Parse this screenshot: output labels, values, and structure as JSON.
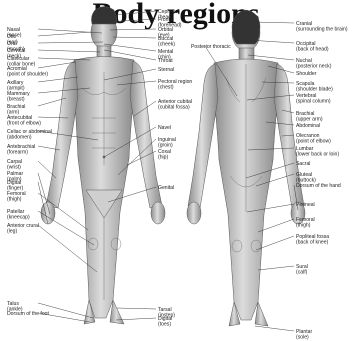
{
  "title": "Body regions",
  "labels_front_left": [
    "Nasal (nose)",
    "Otic (ear)",
    "Oral (mouth)",
    "Cervical (neck)",
    "Clavicular (collar bone)",
    "Acromial (point of shoulder)",
    "Axillary (armpit)",
    "Mammary (breast)",
    "Brachial (arm)",
    "Antecubital (front of elbow)",
    "Celiac or abdominal (abdomen)",
    "Antebrachial (forearm)",
    "Carpal (wrist)",
    "Palmar (palm)",
    "Digital (finger)",
    "Femoral (thigh)",
    "Patellar (kneecap)",
    "Anterior crural (leg)",
    "Talus (ankle)",
    "Dorsum of the foot"
  ],
  "labels_front_right": [
    "Cephalic (head)",
    "Frontal (forehead)",
    "Orbital (eye)",
    "Buccal (cheek)",
    "Mental (chin)",
    "Throat",
    "Sternal",
    "Pectoral region (chest)",
    "Anterior cubital (cubital fossa)",
    "Navel",
    "Inguinal (groin)",
    "Coxal (hip)",
    "Genital",
    "Tarsal (instep)",
    "Digital (toes)"
  ],
  "labels_back_left": [
    "Posterior thoracic"
  ],
  "labels_back_right": [
    "Cranial (surrounding the brain)",
    "Occipital (back of head)",
    "Nuchal (posterior neck)",
    "Shoulder",
    "Scapula (shoulder blade)",
    "Vertebral (spinal column)",
    "Brachial (upper arm)",
    "Abdominal",
    "Olecranon (point of elbow)",
    "Lumbar (lower back or loin)",
    "Sacral",
    "Gluteal (buttock)",
    "Dorsum of the hand",
    "Perineal",
    "Femoral (thigh)",
    "Popliteal fossa (back of knee)",
    "Sural (calf)",
    "Plantar (sole)"
  ]
}
